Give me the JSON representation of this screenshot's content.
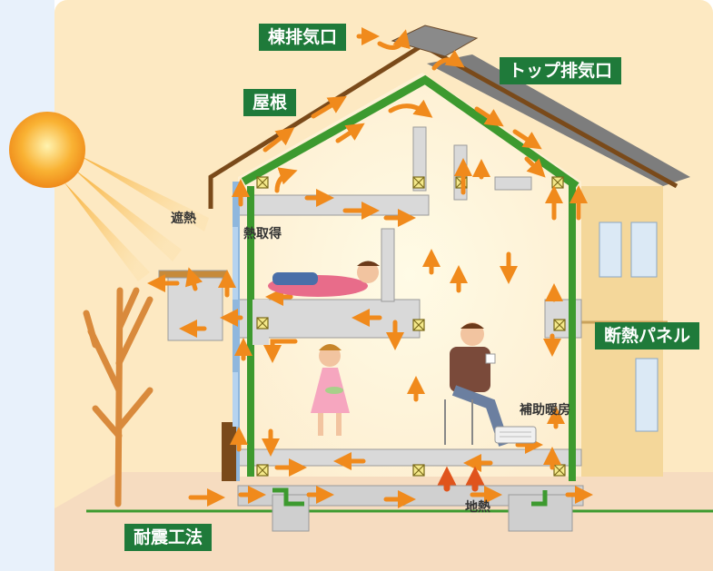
{
  "labels": {
    "ridge_vent": "棟排気口",
    "top_vent": "トップ排気口",
    "roof": "屋根",
    "insulation_panel": "断熱パネル",
    "quake_method": "耐震工法",
    "heat_shield": "遮熱",
    "heat_gain": "熱取得",
    "aux_heating": "補助暖房",
    "ground_heat": "地熱"
  },
  "colors": {
    "background": "#fde9c2",
    "label_bg": "#1f7a3a",
    "arrow": "#f08a1c",
    "insulation": "#3d9a2f",
    "roof_frame": "#7a4a1a",
    "concrete": "#d9d9d9",
    "sky_panel": "#e8f1fb"
  },
  "icons": [
    "sun-icon",
    "tree-icon",
    "person-lying-icon",
    "person-girl-icon",
    "person-sitting-icon",
    "heater-icon"
  ]
}
